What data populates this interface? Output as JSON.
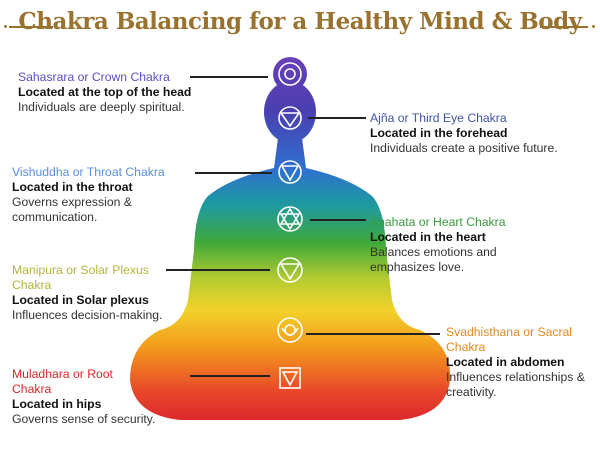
{
  "title": "Chakra Balancing for a Healthy Mind & Body",
  "colors": {
    "title": "#9a7230"
  },
  "chakras": [
    {
      "name": "Sahasrara or Crown Chakra",
      "location": "Located at the top of the head",
      "description": "Individuals are deeply spiritual.",
      "color": "#5a4fc4",
      "icon": "crown-chakra-icon"
    },
    {
      "name": "Ajña or Third Eye Chakra",
      "location": "Located in the forehead",
      "description": "Individuals create a positive future.",
      "color": "#3e55a8",
      "icon": "third-eye-chakra-icon"
    },
    {
      "name": "Vishuddha or Throat Chakra",
      "location": "Located in the throat",
      "description": "Governs expression & communication.",
      "color": "#5b8fe0",
      "icon": "throat-chakra-icon"
    },
    {
      "name": "Anahata or Heart Chakra",
      "location": "Located in the heart",
      "description": "Balances emotions and emphasizes love.",
      "color": "#3a9a3e",
      "icon": "heart-chakra-icon"
    },
    {
      "name": "Manipura or Solar Plexus Chakra",
      "location": "Located in Solar plexus",
      "description": "Influences decision-making.",
      "color": "#b3b43a",
      "icon": "solar-plexus-chakra-icon"
    },
    {
      "name": "Svadhisthana or Sacral Chakra",
      "location": "Located in abdomen",
      "description": "Influences relationships & creativity.",
      "color": "#e08a1e",
      "icon": "sacral-chakra-icon"
    },
    {
      "name": "Muladhara or Root Chakra",
      "location": "Located in hips",
      "description": "Governs sense of security.",
      "color": "#d8282a",
      "icon": "root-chakra-icon"
    }
  ]
}
